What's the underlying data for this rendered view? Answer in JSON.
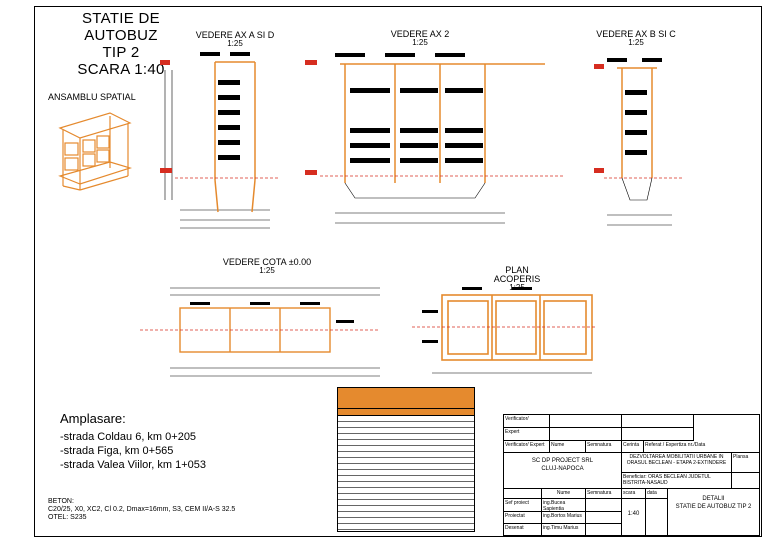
{
  "title": {
    "line1": "STATIE DE AUTOBUZ",
    "line2": "TIP 2",
    "line3": "SCARA 1:40"
  },
  "views": {
    "ansamblu": "ANSAMBLU SPATIAL",
    "ax_a_d": "VEDERE AX A SI D",
    "ax_a_d_scale": "1:25",
    "ax_2": "VEDERE AX 2",
    "ax_2_scale": "1:25",
    "ax_b_c": "VEDERE AX B SI C",
    "ax_b_c_scale": "1:25",
    "cota": "VEDERE COTA ±0.00",
    "cota_scale": "1:25",
    "acoperis": "PLAN ACOPERIS",
    "acoperis_scale": "1:25"
  },
  "location": {
    "heading": "Amplasare:",
    "lines": [
      "-strada Coldau 6, km 0+205",
      "-strada Figa, km 0+565",
      "-strada Valea Viilor, km 1+053"
    ]
  },
  "materials": {
    "beton_label": "BETON:",
    "beton_spec": "C20/25, X0, XC2, Cl 0.2, Dmax=16mm, S3, CEM II/A-S 32.5",
    "otel": "OTEL: S235"
  },
  "title_block": {
    "verificator": "Verificator/",
    "expert": "Expert",
    "verif_expert": "Verificator/ Expert",
    "nume": "Nume",
    "semnatura": "Semnatura",
    "cerinta": "Cerinta",
    "referat": "Referat / Expertiza nr./Data",
    "company": "SC DP PROJECT SRL",
    "city": "CLUJ-NAPOCA",
    "project_title": "DEZVOLTAREA MOBILITATII URBANE IN ORASUL BECLEAN - ETAPA 2-EXTINDERE",
    "beneficiar_label": "Beneficiar:",
    "beneficiar": "ORAS BECLEAN JUDETUL BISTRITA-NASAUD",
    "nume2": "Nume",
    "semnatura2": "Semnatura",
    "scara_label": "scara",
    "data_label": "data",
    "sef_proiect": "Sef proiect",
    "sef_name": "ing.Bucea Sapientia",
    "proiectat": "Proiectat",
    "proiectat_name": "ing.Bortos Marius",
    "desenat": "Desenat",
    "desenat_name": "ing.Timu Marius",
    "scale_value": "1:40",
    "detalii": "DETALII",
    "drawing_title": "STATIE DE AUTOBUZ TIP 2",
    "planse": "Plansa"
  },
  "colors": {
    "accent": "#e58a2e",
    "red": "#d62d20",
    "line": "#000000"
  }
}
